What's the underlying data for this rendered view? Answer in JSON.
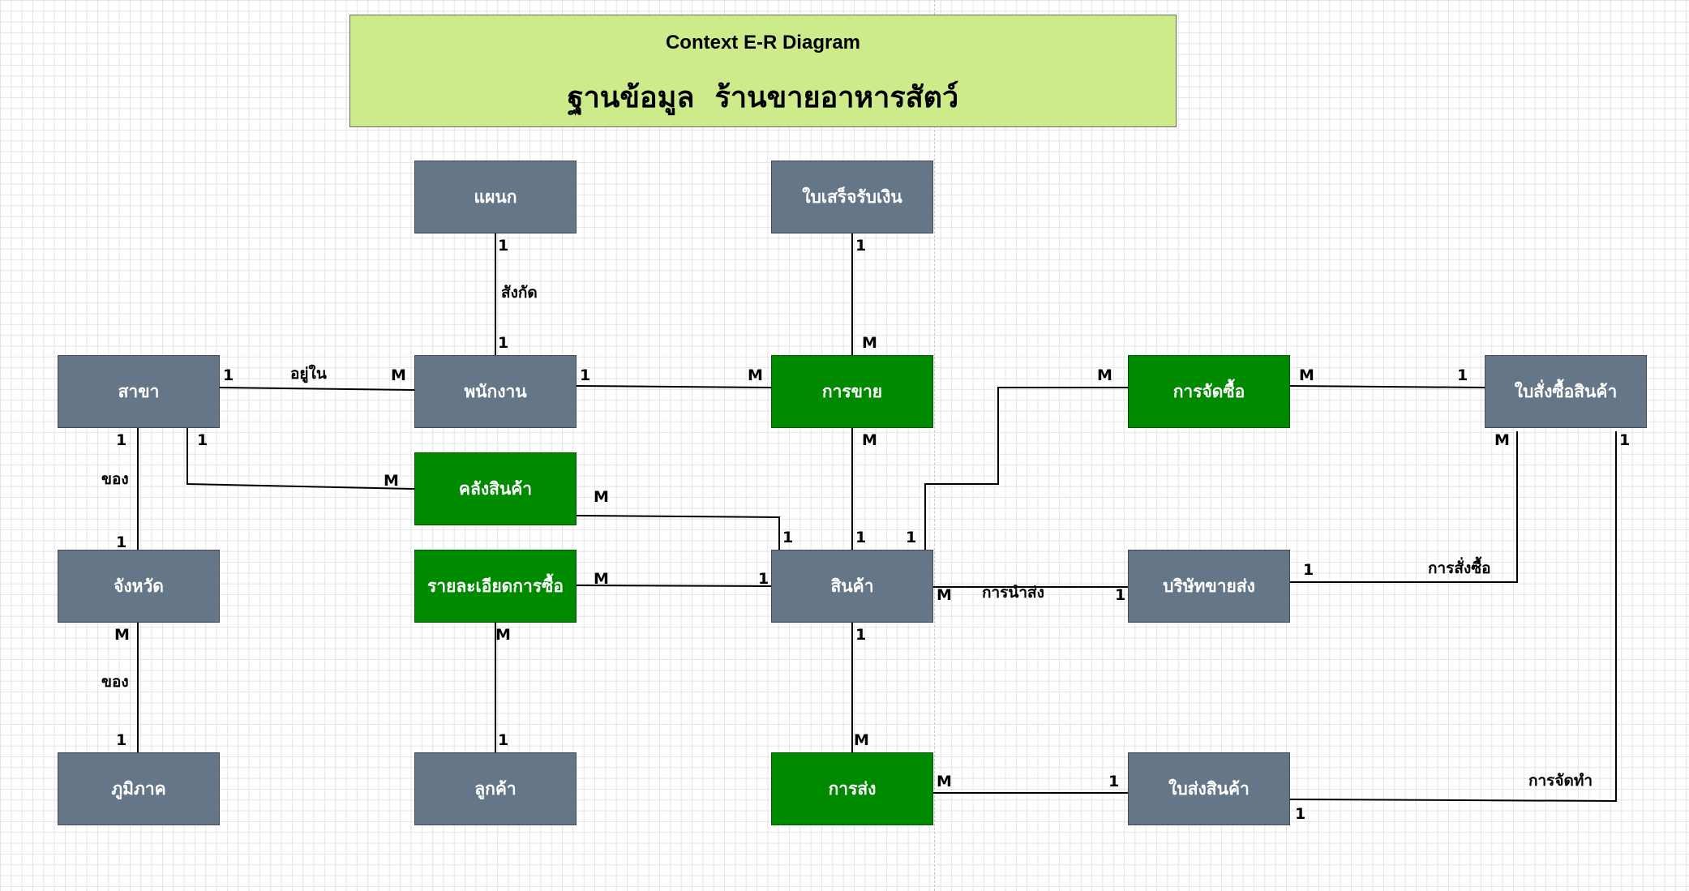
{
  "title": {
    "line1": "Context E-R Diagram",
    "line2": "ฐานข้อมูล  ร้านขายอาหารสัตว์"
  },
  "entities": {
    "sakha": "สาขา",
    "phanakngan": "พนักงาน",
    "phanaek": "แผนก",
    "khlangsinkha": "คลังสินค้า",
    "rayla_iat": "รายละเอียดการซื้อ",
    "lukkha": "ลูกค้า",
    "changwat": "จังหวัด",
    "phumiphak": "ภูมิภาค",
    "bai_set": "ใบเสร็จรับเงิน",
    "kan_khai": "การขาย",
    "sinkha": "สินค้า",
    "kan_song": "การส่ง",
    "kan_chatsue": "การจัดซื้อ",
    "borisat": "บริษัทขายส่ง",
    "bai_song": "ใบส่งสินค้า",
    "bai_sangsue": "ใบสั่งซื้อสินค้า"
  },
  "relationships": {
    "sangkat": "สังกัด",
    "yu_nai": "อยู่ใน",
    "khong_1": "ของ",
    "khong_2": "ของ",
    "kan_namsong": "การนำส่ง",
    "kan_sangsue": "การสั่งซื้อ",
    "kan_chattham": "การจัดทำ"
  },
  "cardinality": {
    "phanaek_sangkat": "1",
    "phanakngan_sangkat": "1",
    "sakha_yunai": "1",
    "phanakngan_yunai": "M",
    "phanakngan_khai": "1",
    "khai_phanakngan": "M",
    "sakha_changwat": "1",
    "sakha_khlang": "1",
    "khlang_sakha": "M",
    "changwat_sakha": "1",
    "changwat_phumiphak": "M",
    "phumiphak_changwat": "1",
    "khlang_sinkha": "M",
    "sinkha_khlang": "1",
    "rayla_sinkha": "M",
    "sinkha_rayla": "1",
    "rayla_lukkha": "M",
    "lukkha_rayla": "1",
    "baiset_khai": "1",
    "khai_baiset": "M",
    "khai_sinkha": "M",
    "sinkha_khai": "1",
    "sinkha_chatsue": "1",
    "chatsue_sinkha": "M",
    "chatsue_baisangsue": "M",
    "baisangsue_chatsue": "1",
    "sinkha_borisat": "M",
    "borisat_sinkha": "1",
    "borisat_sangsue": "1",
    "baisangsue_borisat": "M",
    "baisangsue_baisong": "1",
    "sinkha_song": "1",
    "song_sinkha": "M",
    "song_baisong": "M",
    "baisong_song": "1",
    "baisong_baisangsue": "1"
  },
  "colors": {
    "entity": "#647687",
    "associative_entity": "#008a00",
    "title_background": "#cdeb8b",
    "connector": "#000000"
  }
}
